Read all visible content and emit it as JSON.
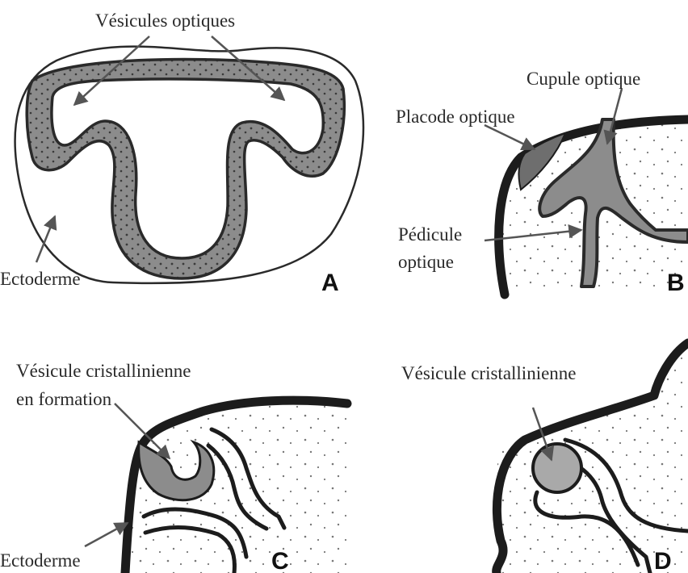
{
  "labels": {
    "a_vesicules": "Vésicules optiques",
    "a_ectoderme": "Ectoderme",
    "b_cupule": "Cupule optique",
    "b_placode": "Placode optique",
    "b_pedicule_line1": "Pédicule",
    "b_pedicule_line2": "optique",
    "c_vesicule_line1": "Vésicule cristallinienne",
    "c_vesicule_line2": "en formation",
    "c_ectoderme": "Ectoderme",
    "d_vesicule": "Vésicule cristallinienne"
  },
  "panels": {
    "a": "A",
    "b": "B",
    "c": "C",
    "d": "D"
  },
  "colors": {
    "tissue_fill": "#8c8c8c",
    "lens_fill": "#a9a9a9",
    "outline": "#1c1c1c"
  }
}
